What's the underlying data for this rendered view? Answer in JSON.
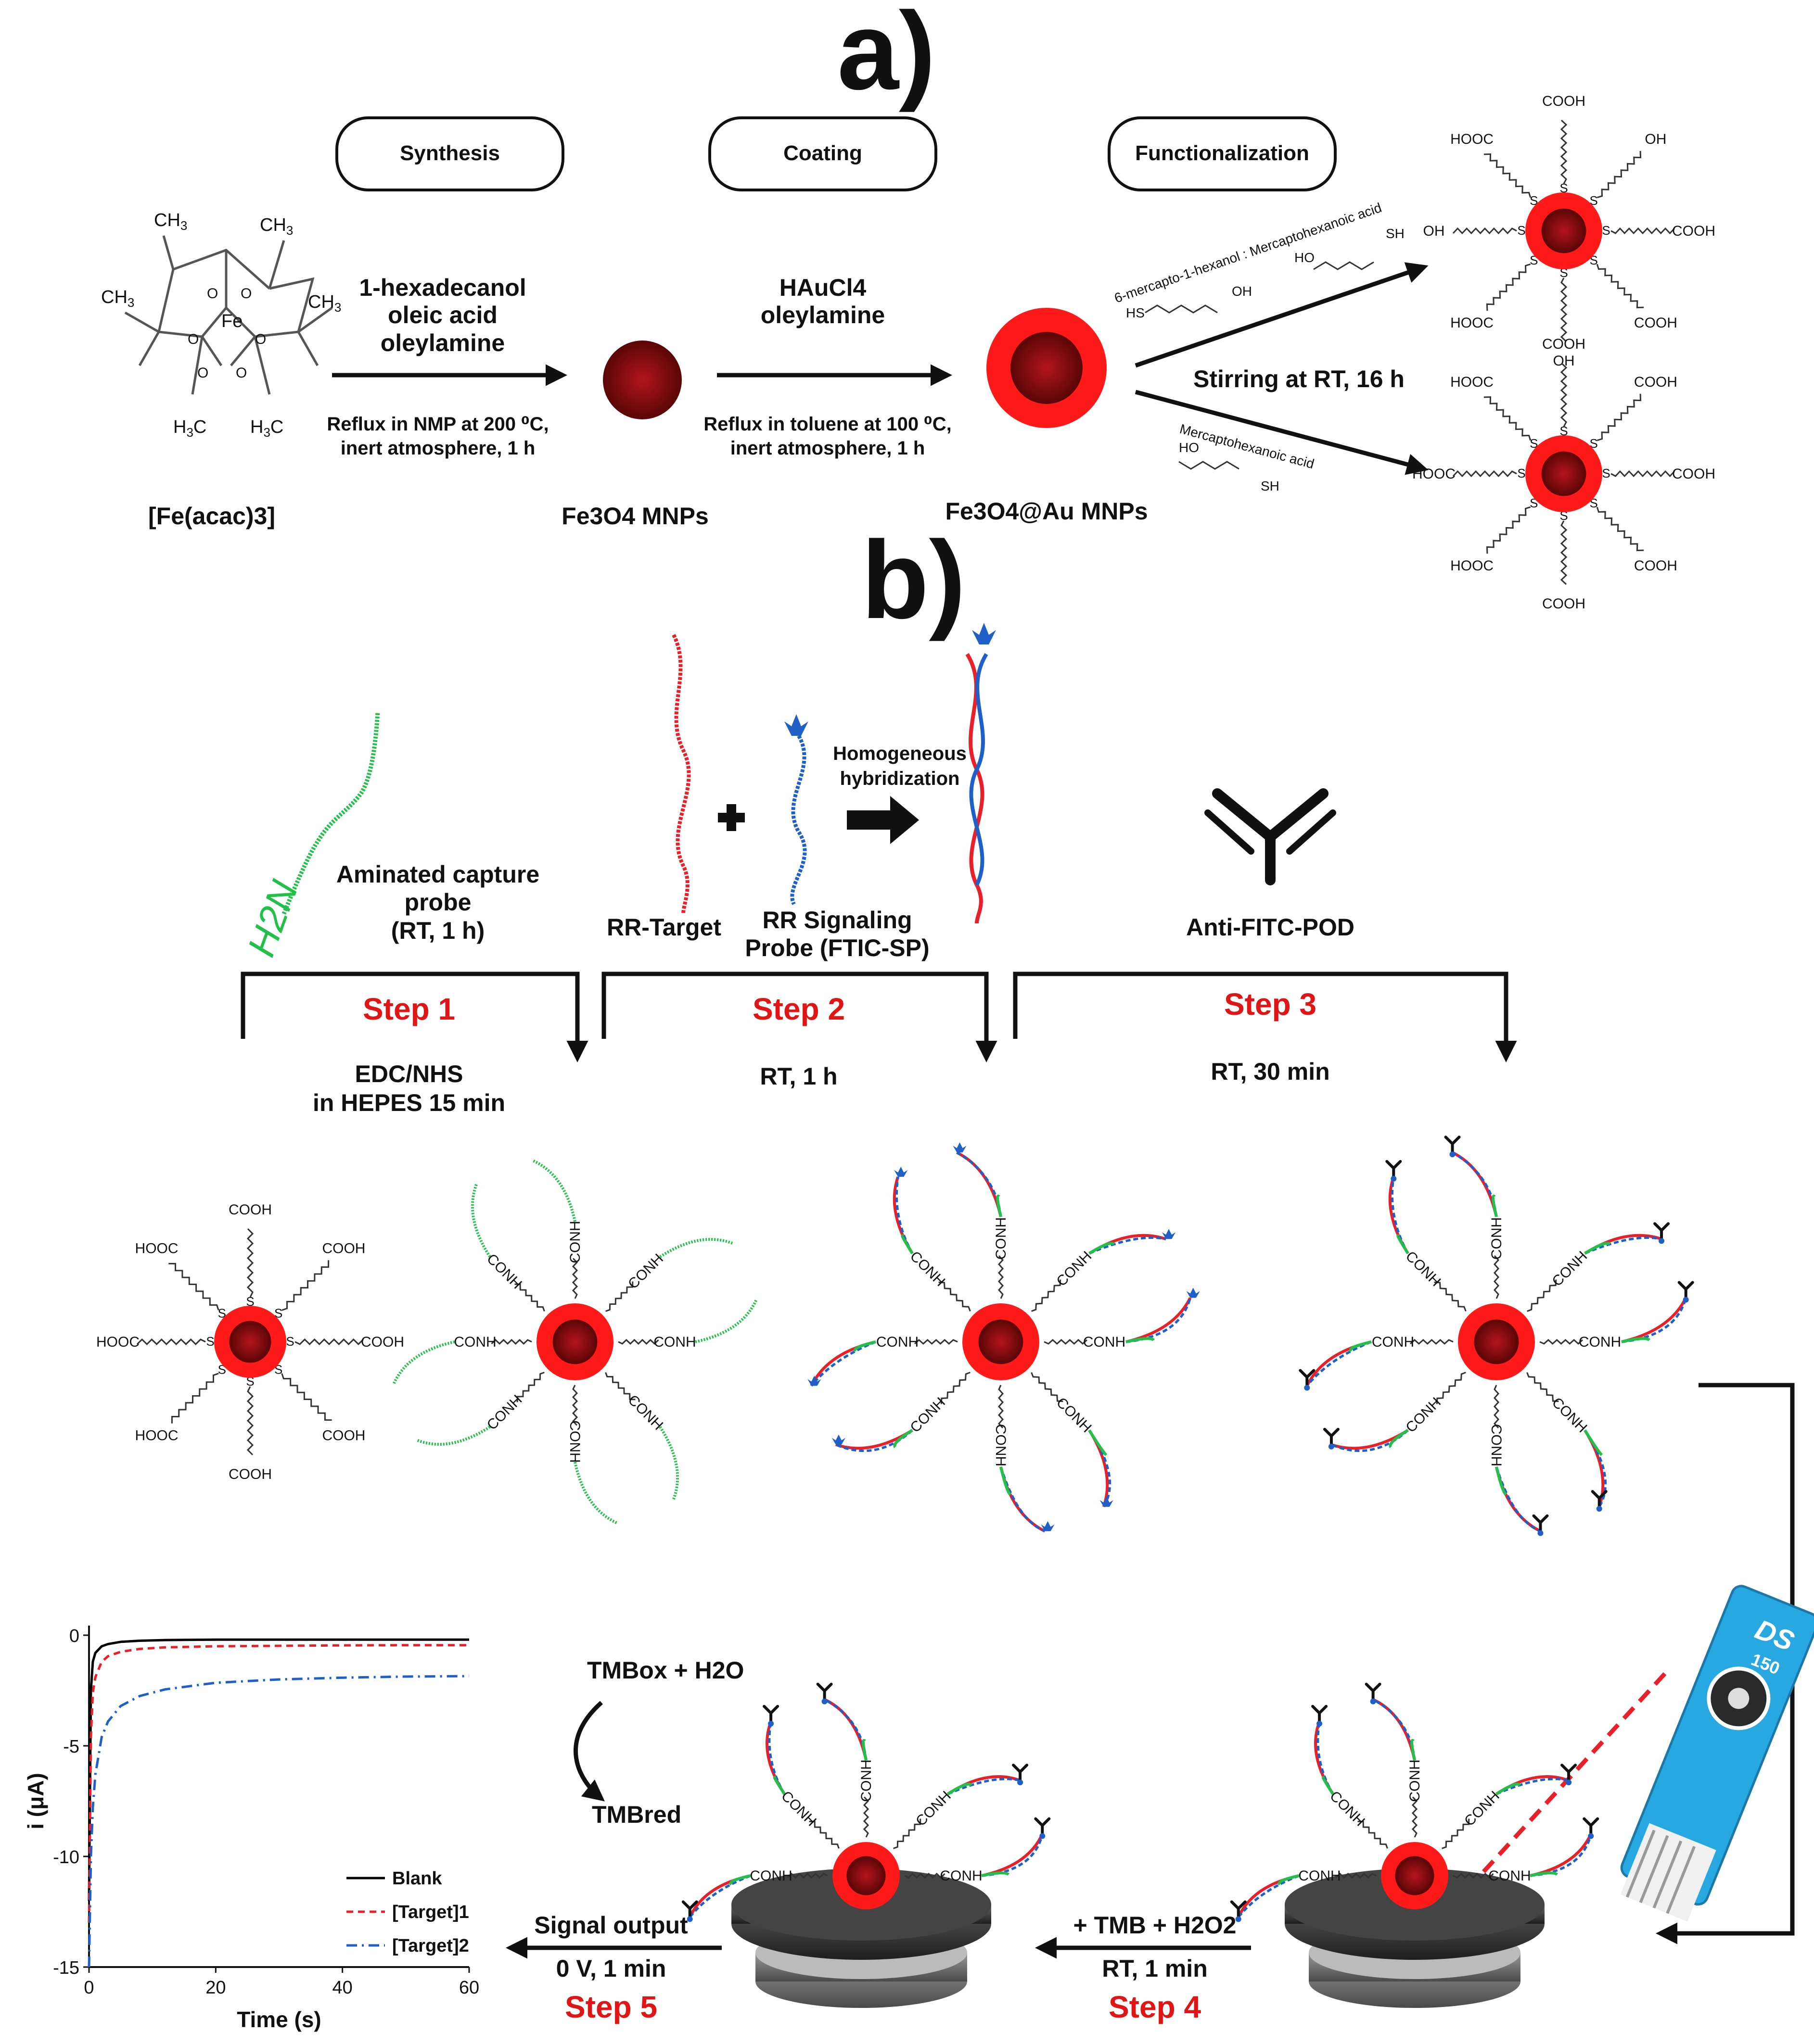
{
  "panel_a": {
    "label": "a)",
    "stages": [
      "Synthesis",
      "Coating",
      "Functionalization"
    ],
    "precursor": "[Fe(acac)3]",
    "synthesis_reagents": [
      "1-hexadecanol",
      "oleic acid",
      "oleylamine"
    ],
    "synthesis_conditions": [
      "Reflux in NMP at 200 ⁰C,",
      "inert atmosphere, 1 h"
    ],
    "product1": "Fe3O4  MNPs",
    "coating_reagents": [
      "HAuCl4",
      "oleylamine"
    ],
    "coating_conditions": [
      "Reflux in toluene at 100 ⁰C,",
      "inert atmosphere, 1 h"
    ],
    "product2": "Fe3O4@Au MNPs",
    "func_upper_label": "6-mercapto-1-hexanol : Mercaptohexanoic acid",
    "func_stirring": "Stirring at RT, 16 h",
    "func_lower_label": "Mercaptohexanoic acid",
    "ligands": {
      "cooh": "COOH",
      "hooc": "HOOC",
      "oh": "OH",
      "ho": "HO",
      "hs": "HS",
      "sh": "SH",
      "s": "S"
    }
  },
  "panel_b": {
    "label": "b)",
    "capture_probe": [
      "Aminated capture",
      "probe",
      "(RT, 1 h)"
    ],
    "h2n": "H2N",
    "rr_target": "RR-Target",
    "signaling_probe": [
      "RR Signaling",
      "Probe (FTIC-SP)"
    ],
    "hybridization": [
      "Homogeneous",
      "hybridization"
    ],
    "antibody": "Anti-FITC-POD",
    "steps": [
      {
        "label": "Step 1",
        "conditions": [
          "EDC/NHS",
          "in HEPES 15 min"
        ]
      },
      {
        "label": "Step 2",
        "conditions": [
          "RT, 1 h"
        ]
      },
      {
        "label": "Step 3",
        "conditions": [
          "RT, 30 min"
        ]
      },
      {
        "label": "Step 4",
        "conditions": [
          "+ TMB + H2O2",
          "RT, 1 min"
        ]
      },
      {
        "label": "Step 5",
        "conditions": [
          "Signal output",
          "0 V, 1 min"
        ]
      }
    ],
    "conh": "CONH",
    "tmb_ox": "TMBox + H2O",
    "tmb_red": "TMBred",
    "electrode": {
      "brand": "DS",
      "model": "150"
    }
  },
  "colors": {
    "nanoparticle_shell": "#ff1a1a",
    "nanoparticle_core": "#8a0f0f",
    "capture_probe": "#22c04a",
    "target_strand": "#e8202a",
    "signal_strand": "#1e5fc8",
    "step_text": "#e01515",
    "electrode_body": "#28a8e0"
  },
  "chart_data": {
    "type": "line",
    "xlabel": "Time (s)",
    "ylabel": "i (μA)",
    "xlim": [
      0,
      60
    ],
    "ylim": [
      -15,
      0
    ],
    "xticks": [
      0,
      20,
      40,
      60
    ],
    "yticks": [
      0,
      -5,
      -10,
      -15
    ],
    "grid": false,
    "legend_position": "bottom-right",
    "series": [
      {
        "name": "Blank",
        "color": "#000000",
        "dash": "solid",
        "x": [
          0,
          0.3,
          0.6,
          1,
          2,
          3,
          5,
          8,
          12,
          20,
          30,
          40,
          50,
          60
        ],
        "y": [
          -12,
          -2.5,
          -1.2,
          -0.8,
          -0.5,
          -0.4,
          -0.3,
          -0.25,
          -0.22,
          -0.2,
          -0.2,
          -0.2,
          -0.2,
          -0.2
        ]
      },
      {
        "name": "[Target]1",
        "color": "#e8202a",
        "dash": "dashed",
        "x": [
          0,
          0.3,
          0.6,
          1,
          2,
          3,
          5,
          8,
          12,
          20,
          30,
          40,
          50,
          60
        ],
        "y": [
          -13,
          -4.6,
          -2.6,
          -1.9,
          -1.2,
          -0.95,
          -0.75,
          -0.62,
          -0.55,
          -0.5,
          -0.48,
          -0.46,
          -0.45,
          -0.45
        ]
      },
      {
        "name": "[Target]2",
        "color": "#1e5fc8",
        "dash": "dashdot",
        "x": [
          0,
          0.3,
          0.6,
          1,
          2,
          3,
          5,
          8,
          12,
          20,
          30,
          40,
          50,
          60
        ],
        "y": [
          -15,
          -10,
          -7.8,
          -6.3,
          -4.6,
          -3.9,
          -3.2,
          -2.75,
          -2.45,
          -2.15,
          -2.0,
          -1.92,
          -1.87,
          -1.85
        ]
      }
    ]
  }
}
